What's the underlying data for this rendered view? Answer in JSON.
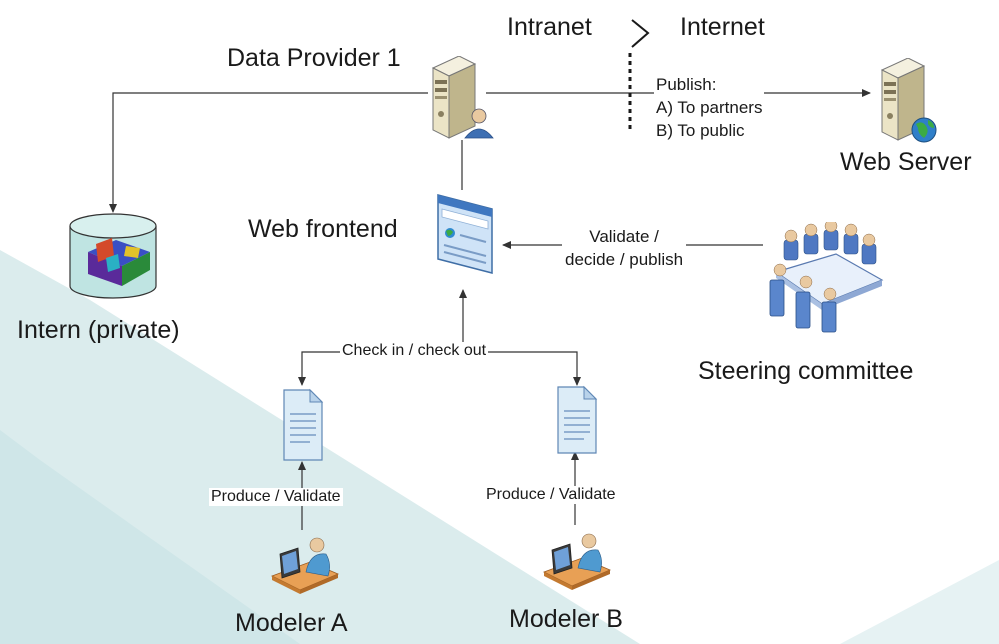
{
  "zones": {
    "intranet": "Intranet",
    "internet": "Internet"
  },
  "nodes": {
    "data_provider": "Data Provider 1",
    "web_server": "Web Server",
    "web_frontend": "Web frontend",
    "intern_db": "Intern (private)",
    "steering_committee": "Steering committee",
    "modeler_a": "Modeler A",
    "modeler_b": "Modeler B"
  },
  "edges": {
    "publish": {
      "title": "Publish:",
      "option_a": "A) To partners",
      "option_b": "B) To public"
    },
    "validate": {
      "line1": "Validate /",
      "line2": "decide / publish"
    },
    "check_in_out": "Check in / check out",
    "produce_validate_a": "Produce / Validate",
    "produce_validate_b": "Produce / Validate"
  },
  "icons": {
    "data_provider": "server-user-icon",
    "web_server": "web-server-icon",
    "web_frontend": "browser-window-icon",
    "intern_db": "database-icon",
    "steering_committee": "meeting-icon",
    "document_a": "document-icon",
    "document_b": "document-icon",
    "modeler_a": "workstation-user-icon",
    "modeler_b": "workstation-user-icon"
  },
  "colors": {
    "line": "#333333",
    "text": "#1a1a1a",
    "background_accent": "#d3e9ea"
  }
}
